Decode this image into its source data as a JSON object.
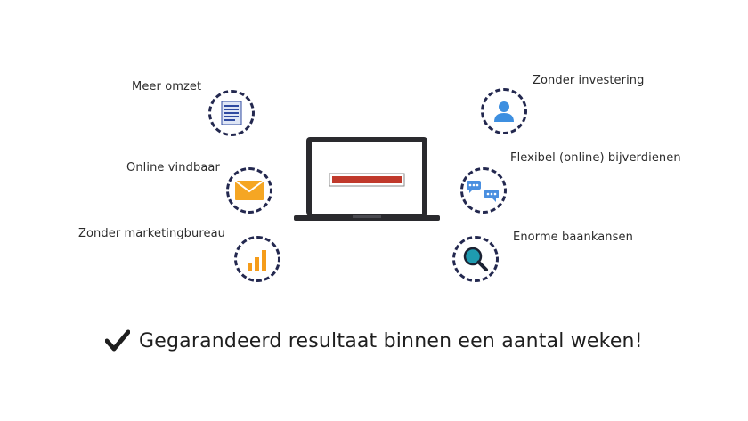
{
  "left_items": [
    {
      "label": "Meer omzet",
      "icon": "document-icon"
    },
    {
      "label": "Online vindbaar",
      "icon": "envelope-icon"
    },
    {
      "label": "Zonder marketingbureau",
      "icon": "bar-chart-icon"
    }
  ],
  "right_items": [
    {
      "label": "Zonder investering",
      "icon": "person-icon"
    },
    {
      "label": "Flexibel (online) bijverdienen",
      "icon": "chat-bubbles-icon"
    },
    {
      "label": "Enorme baankansen",
      "icon": "magnifier-icon"
    }
  ],
  "center": {
    "icon": "laptop-icon",
    "progress": 0.95
  },
  "footer": {
    "icon": "checkmark-icon",
    "text": "Gegarandeerd resultaat binnen een aantal weken!"
  },
  "colors": {
    "ring": "#23284f",
    "document": "#2f4aa0",
    "envelope": "#f5a623",
    "chart": "#f59c1a",
    "person": "#3d8fe0",
    "chat": "#4a8fe0",
    "magnifier": "#1f9bb0",
    "progress_bar": "#c0392b",
    "laptop": "#2a2a2e"
  }
}
